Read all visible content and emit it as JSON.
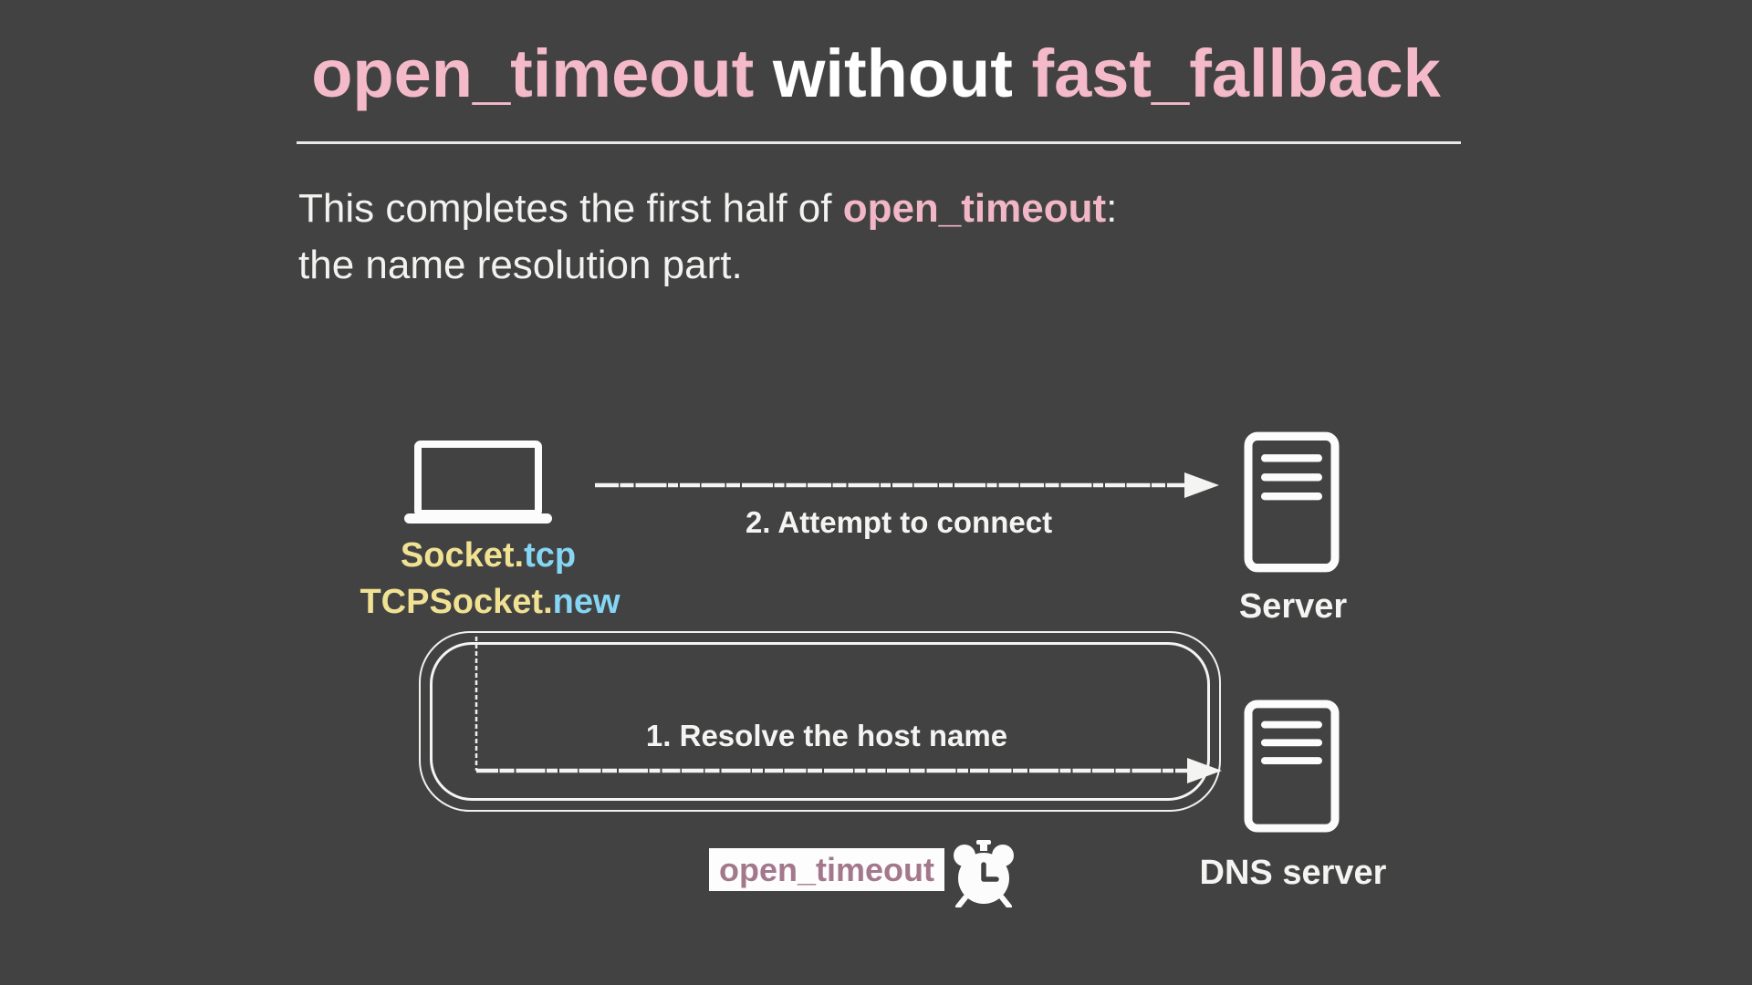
{
  "colors": {
    "background": "#424242",
    "title_accent_pink": "#f4bac9",
    "body_keyword_pink": "#f2b7c7",
    "code_class_yellow": "#f0e193",
    "code_method_cyan": "#85d6f4",
    "badge_text_mauve": "#a3788b",
    "badge_background": "#fdfdfd",
    "line_white": "#f4f4f2"
  },
  "title": {
    "keyword1": "open_timeout",
    "middle": " without ",
    "keyword2": "fast_fallback"
  },
  "body": {
    "line1_prefix": "This completes the first half of ",
    "line1_keyword": "open_timeout",
    "line1_suffix": ":",
    "line2": "the name resolution part."
  },
  "diagram": {
    "client_labels": [
      {
        "base": "Socket",
        "dot": ".",
        "method": "tcp"
      },
      {
        "base": "TCPSocket",
        "dot": ".",
        "method": "new"
      }
    ],
    "step2_label": "2. Attempt to connect",
    "step1_label": "1. Resolve the host name",
    "server_label": "Server",
    "dns_server_label": "DNS server",
    "timeout_badge_label": "open_timeout",
    "icons": {
      "client": "laptop-icon",
      "server": "server-icon",
      "dns": "server-icon",
      "timer": "alarm-clock-icon"
    }
  }
}
